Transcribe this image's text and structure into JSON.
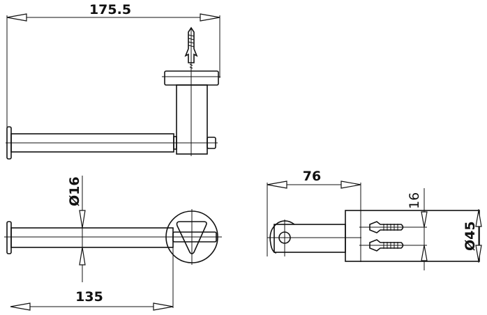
{
  "dimensions": {
    "overall_length": "175.5",
    "rod_diameter": "Ø16",
    "rod_length": "135",
    "projection": "76",
    "screw_spacing": "16",
    "base_diameter": "Ø45"
  }
}
